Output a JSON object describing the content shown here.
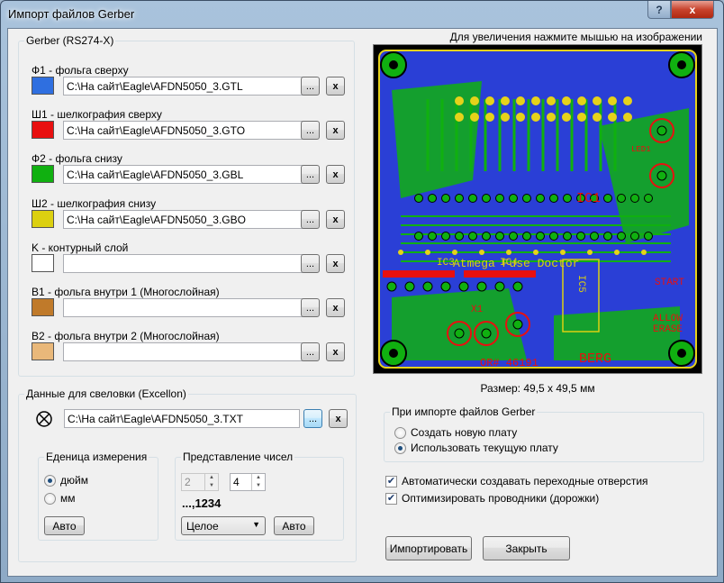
{
  "window": {
    "title": "Импорт файлов Gerber",
    "help_label": "?",
    "close_label": "x"
  },
  "gerber": {
    "legend": "Gerber (RS274-X)",
    "browse_label": "...",
    "remove_label": "x",
    "layers": [
      {
        "label": "Ф1 - фольга сверху",
        "color": "#2f6fe0",
        "path": "C:\\На сайт\\Eagle\\AFDN5050_3.GTL"
      },
      {
        "label": "Ш1 - шелкография сверху",
        "color": "#e81010",
        "path": "C:\\На сайт\\Eagle\\AFDN5050_3.GTO"
      },
      {
        "label": "Ф2 - фольга снизу",
        "color": "#10b010",
        "path": "C:\\На сайт\\Eagle\\AFDN5050_3.GBL"
      },
      {
        "label": "Ш2 - шелкография снизу",
        "color": "#dcd010",
        "path": "C:\\На сайт\\Eagle\\AFDN5050_3.GBO"
      },
      {
        "label": "K - контурный слой",
        "color": "#ffffff",
        "path": ""
      },
      {
        "label": "В1 - фольга внутри 1 (Многослойная)",
        "color": "#c07a2a",
        "path": ""
      },
      {
        "label": "В2 - фольга внутри 2 (Многослойная)",
        "color": "#e9b87a",
        "path": ""
      }
    ]
  },
  "preview": {
    "hint": "Для увеличения нажмите мышью на изображении",
    "size_text": "Размер: 49,5 x 49,5 мм",
    "board_text": {
      "ic1": "IC1",
      "ic3": "IC3",
      "ic4": "IC4",
      "ic5": "IC5",
      "title": "Atmega Fuse Doctor",
      "order": "OR# 46191",
      "logo": "BERG",
      "start": "START",
      "allow": "ALLOW",
      "erase": "ERASE",
      "x1": "X1",
      "led1": "LED1"
    }
  },
  "drill": {
    "legend": "Данные для свеловки (Excellon)",
    "path": "C:\\На сайт\\Eagle\\AFDN5050_3.TXT",
    "browse_label": "...",
    "remove_label": "x",
    "units": {
      "legend": "Еденица измерения",
      "options": [
        "дюйм",
        "мм"
      ],
      "selected": 0,
      "auto_label": "Авто"
    },
    "numbers": {
      "legend": "Представление чисел",
      "int_digits": "2",
      "frac_digits": "4",
      "example": "...,1234",
      "format_value": "Целое",
      "auto_label": "Авто"
    }
  },
  "import_options": {
    "legend": "При импорте файлов Gerber",
    "options": [
      "Создать новую плату",
      "Использовать текущую плату"
    ],
    "selected": 1
  },
  "checks": [
    {
      "label": "Автоматически создавать переходные отверстия",
      "checked": true
    },
    {
      "label": "Оптимизировать проводники (дорожки)",
      "checked": true
    }
  ],
  "actions": {
    "import_label": "Импортировать",
    "close_label": "Закрыть"
  }
}
